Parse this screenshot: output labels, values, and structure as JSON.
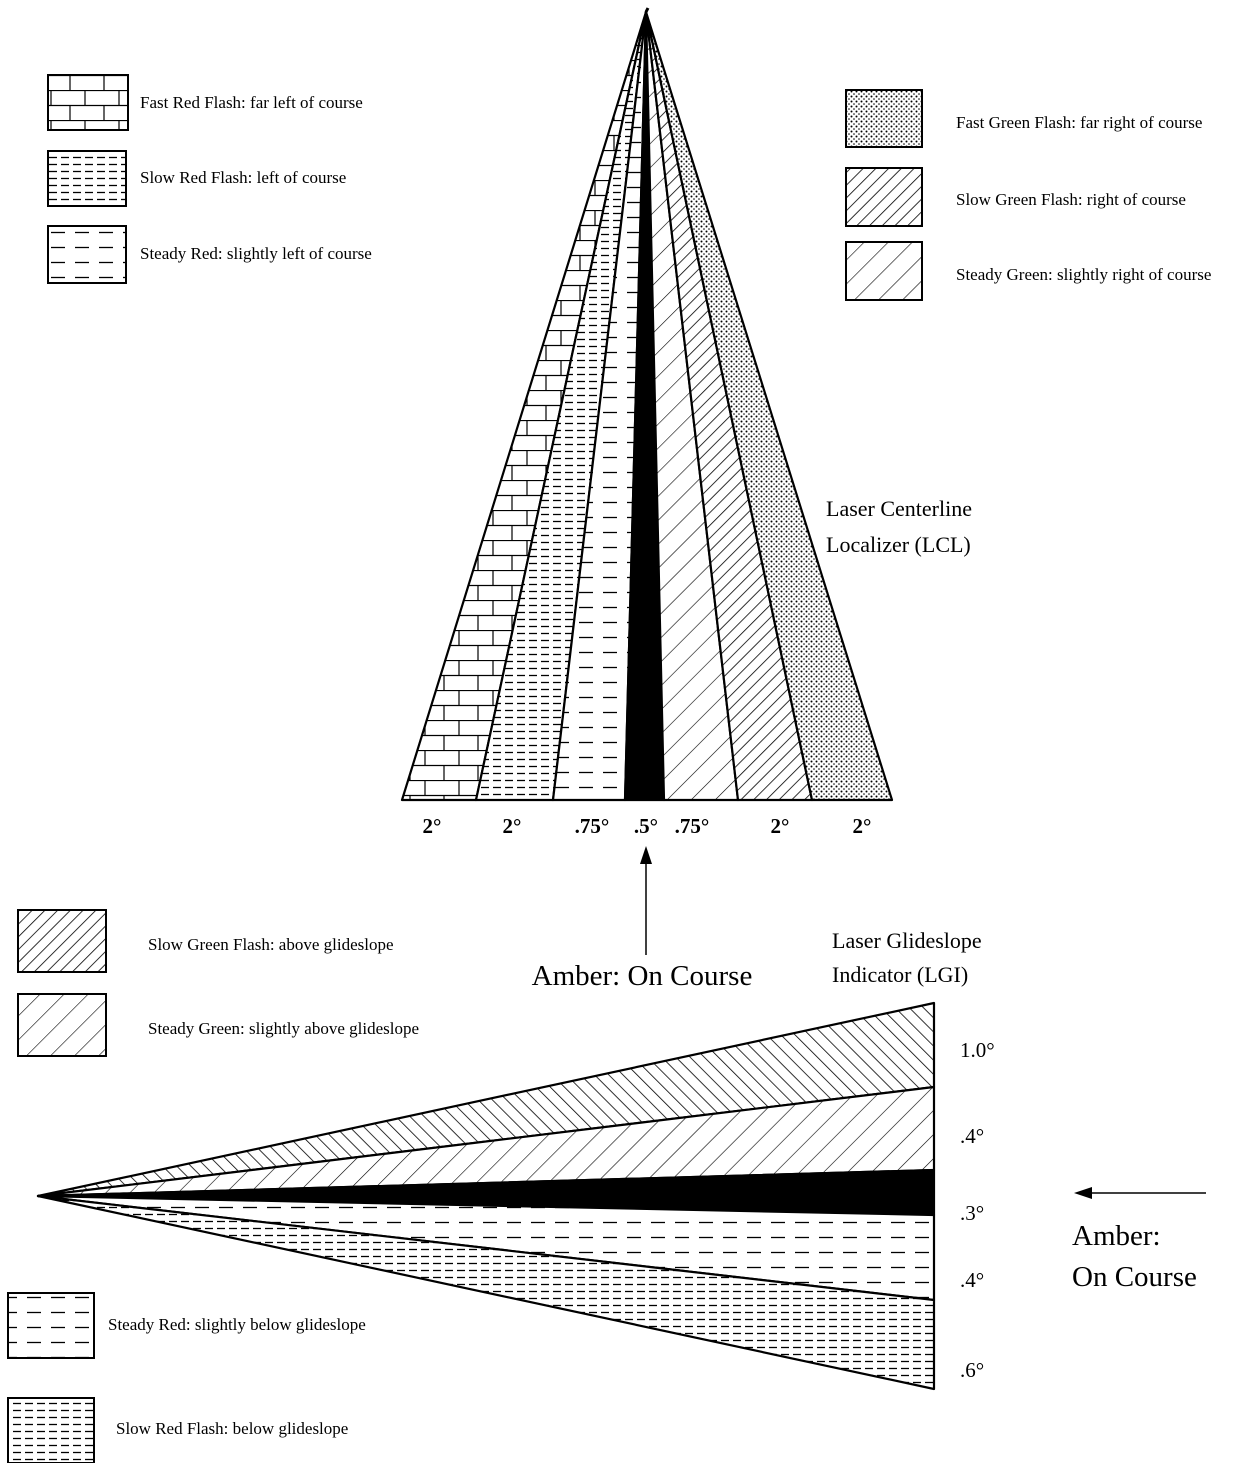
{
  "localizer": {
    "title_line1": "Laser Centerline",
    "title_line2": "Localizer (LCL)",
    "legend": [
      {
        "pattern": "brick",
        "label": "Fast Red Flash:  far left of course"
      },
      {
        "pattern": "dense-dash",
        "label": "Slow Red Flash:  left of course"
      },
      {
        "pattern": "sparse-dash",
        "label": "Steady Red:  slightly left of course"
      },
      {
        "pattern": "dots",
        "label": "Fast Green Flash:  far right of course"
      },
      {
        "pattern": "dense-diag",
        "label": "Slow Green Flash:  right of course"
      },
      {
        "pattern": "sparse-diag",
        "label": "Steady Green:  slightly right of course"
      }
    ],
    "sector_labels": [
      "2°",
      "2°",
      ".75°",
      ".5°",
      ".75°",
      "2°",
      "2°"
    ],
    "on_course_label": "Amber:  On Course"
  },
  "glideslope": {
    "title_line1": "Laser Glideslope",
    "title_line2": "Indicator (LGI)",
    "legend": [
      {
        "pattern": "dense-diag",
        "label": "Slow Green Flash:  above glideslope"
      },
      {
        "pattern": "sparse-diag",
        "label": "Steady Green:  slightly above glideslope"
      },
      {
        "pattern": "sparse-dash",
        "label": "Steady Red:  slightly below glideslope"
      },
      {
        "pattern": "dense-dash",
        "label": "Slow Red Flash:  below glideslope"
      }
    ],
    "sector_labels": [
      "1.0°",
      ".4°",
      ".3°",
      ".4°",
      ".6°"
    ],
    "on_course_line1": "Amber:",
    "on_course_line2": "On Course"
  }
}
